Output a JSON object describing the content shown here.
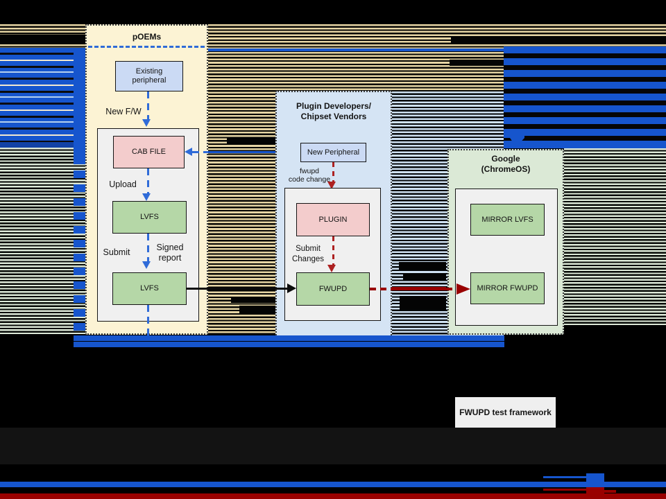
{
  "colors": {
    "blue": "#1655cd",
    "dash_blue": "#2f6bd8",
    "red": "#ad2121",
    "dark_red": "#990000",
    "tan": "#e6d5a4",
    "pale_blue": "#cfe1f2",
    "pale_green": "#dde9d8",
    "panel_cream": "#fcf3d4",
    "panel_blue": "#d5e4f4",
    "panel_green": "#dbe9d6",
    "box_blue": "#cbdaf4",
    "box_pink": "#f3cccc",
    "box_green": "#b5d7a7"
  },
  "poems": {
    "title": "pOEMs",
    "existing_peripheral": [
      "Existing",
      "peripheral"
    ],
    "new_fw": "New F/W",
    "cab_file": "CAB FILE",
    "upload": "Upload",
    "lvfs1": "LVFS",
    "submit": "Submit",
    "signed_report": [
      "Signed",
      "report"
    ],
    "lvfs2": "LVFS"
  },
  "plugin": {
    "title": [
      "Plugin Developers/",
      "Chipset Vendors"
    ],
    "new_peripheral": "New Peripheral",
    "fwupd_code_change": [
      "fwupd",
      "code change"
    ],
    "plugin_box": "PLUGIN",
    "submit_changes": [
      "Submit",
      "Changes"
    ],
    "fwupd_box": "FWUPD"
  },
  "google": {
    "title": [
      "Google",
      "(ChromeOS)"
    ],
    "mirror_lvfs": "MIRROR LVFS",
    "mirror_fwupd": "MIRROR FWUPD"
  },
  "test_framework": {
    "label": "FWUPD test framework"
  }
}
